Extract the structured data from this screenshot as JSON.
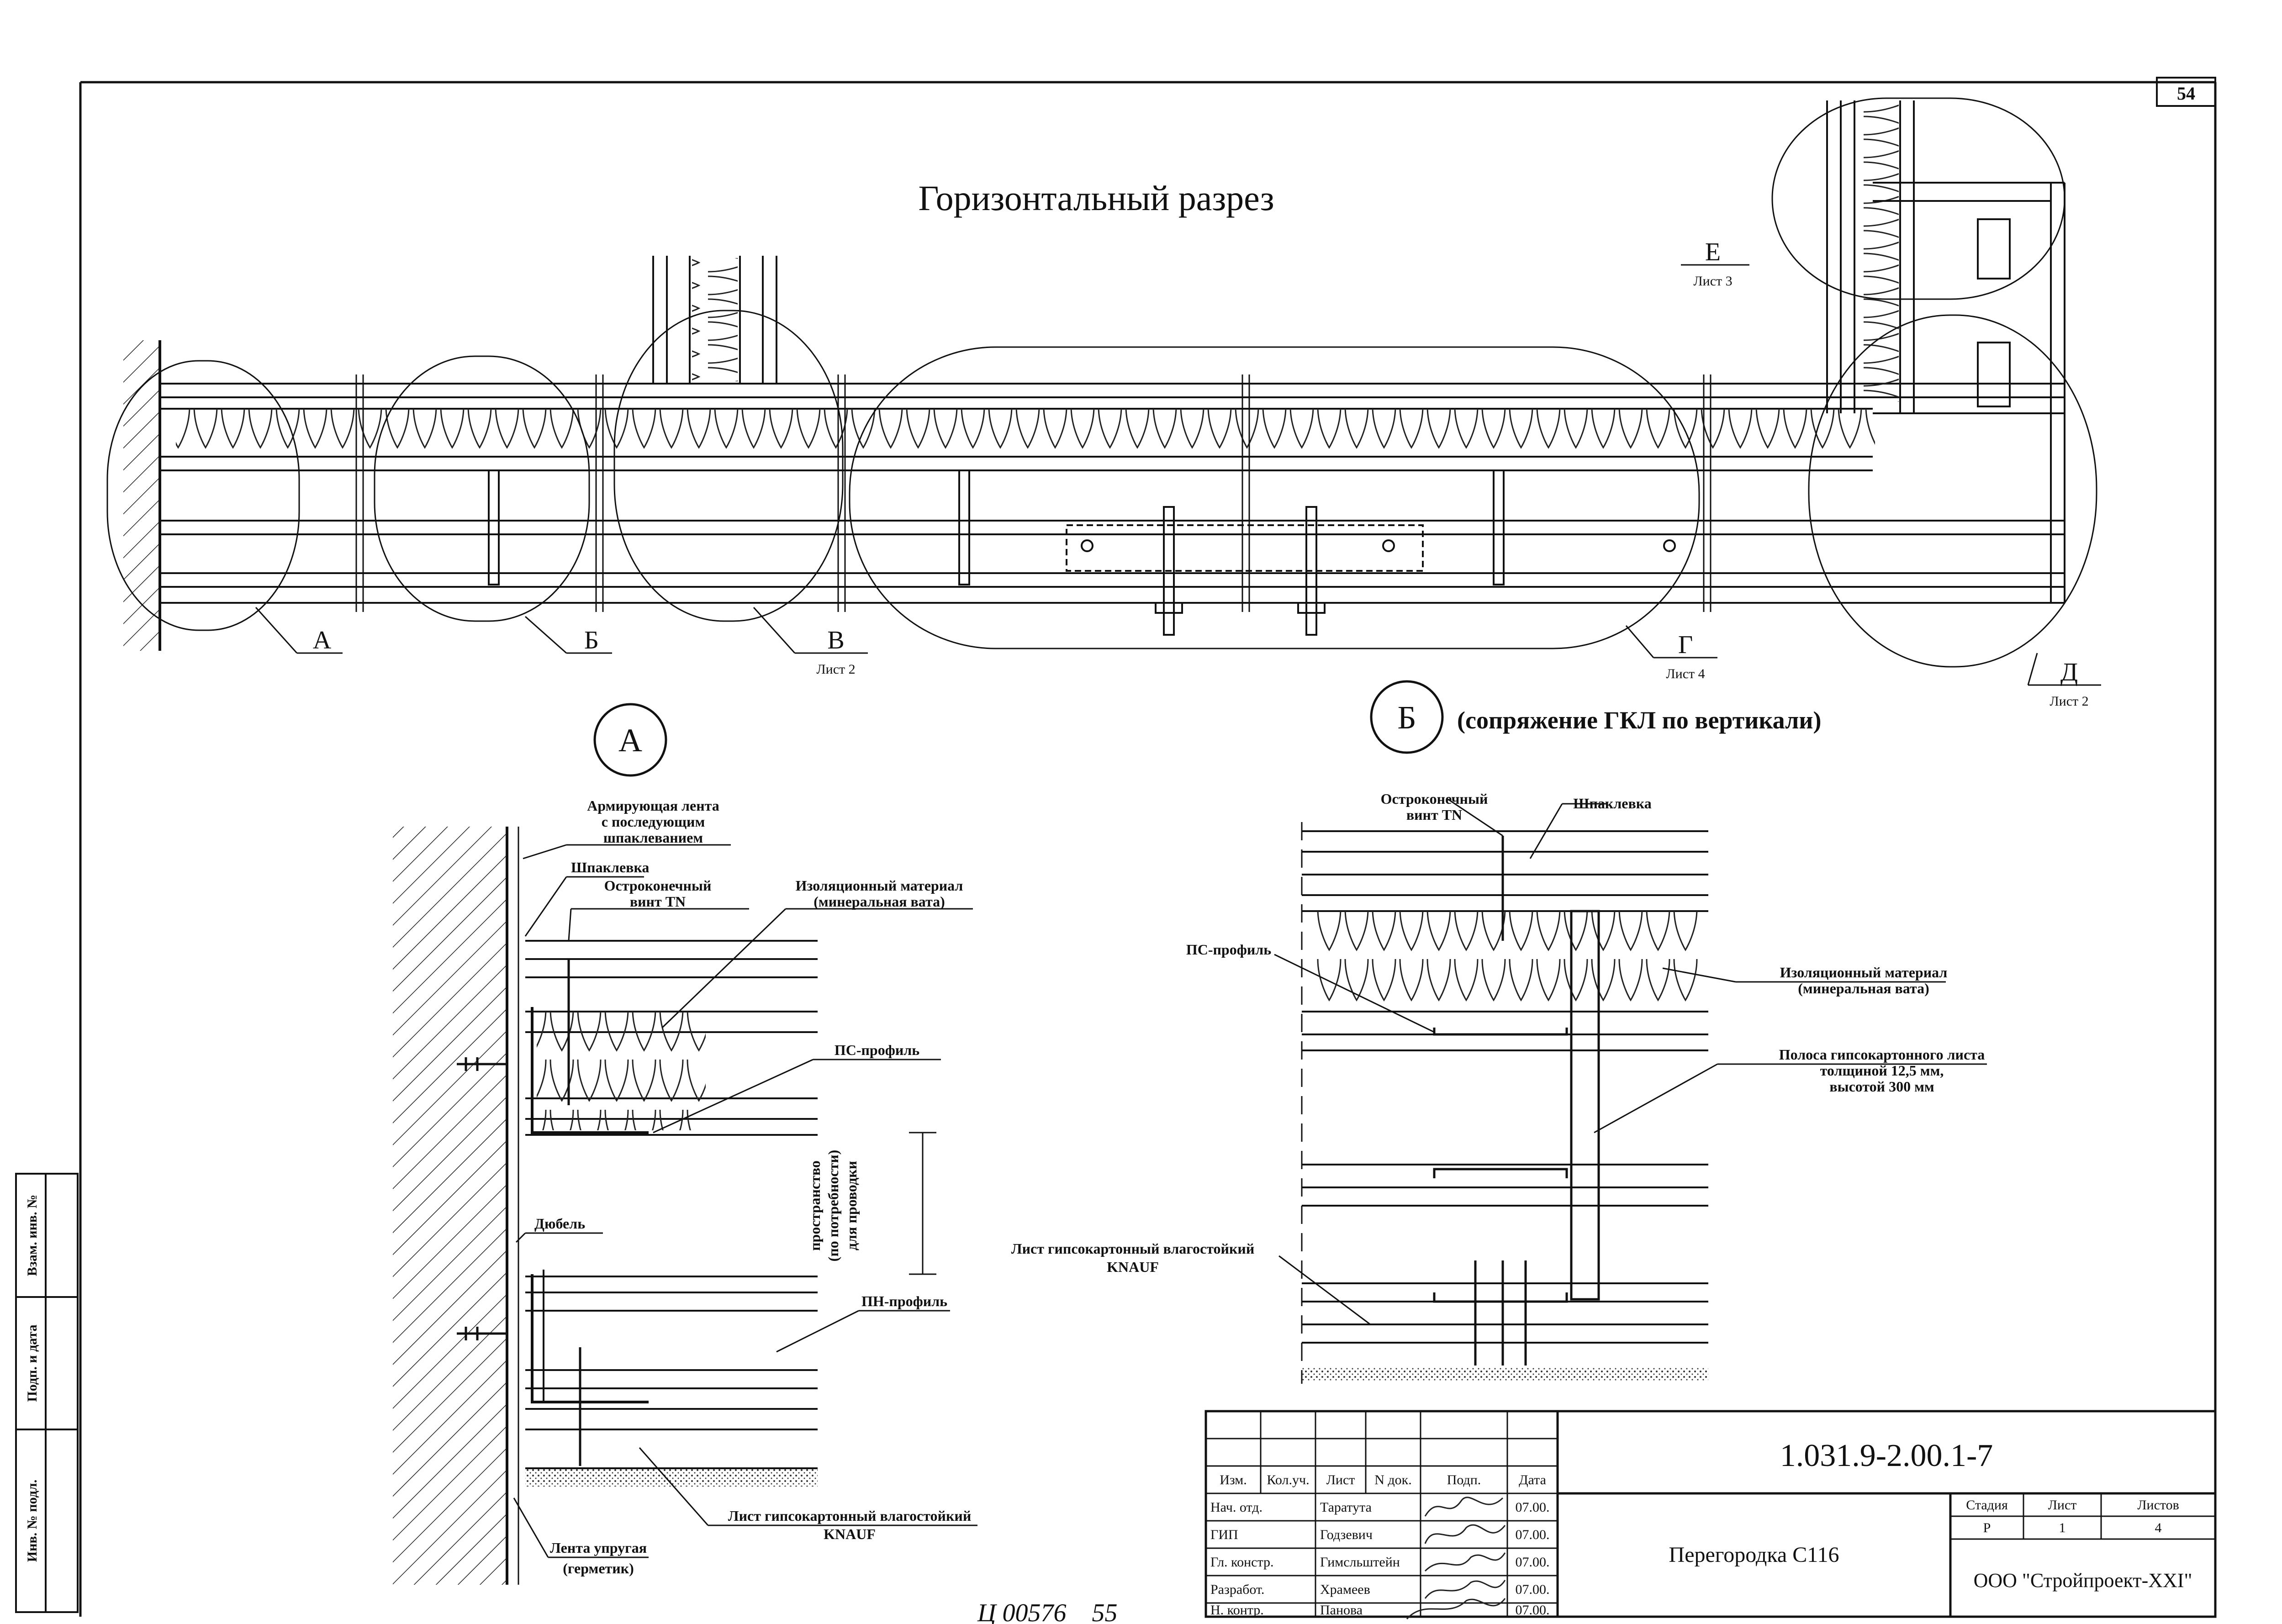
{
  "sheet": {
    "sheet_number": "54",
    "handwritten_note": "Ц 00576    55"
  },
  "main_section": {
    "title": "Горизонтальный разрез",
    "callouts": [
      {
        "letter": "А",
        "ref": ""
      },
      {
        "letter": "Б",
        "ref": ""
      },
      {
        "letter": "В",
        "ref": "Лист 2"
      },
      {
        "letter": "Г",
        "ref": "Лист 4"
      },
      {
        "letter": "Д",
        "ref": "Лист 2"
      },
      {
        "letter": "Е",
        "ref": "Лист 3"
      }
    ]
  },
  "detail_a": {
    "marker": "А",
    "labels": {
      "armiruyushaya_line1": "Армирующая лента",
      "armiruyushaya_line2": "с последующим",
      "armiruyushaya_line3": "шпаклеванием",
      "shpaklevka": "Шпаклевка",
      "vint_line1": "Остроконечный",
      "vint_line2": "винт TN",
      "izol_line1": "Изоляционный материал",
      "izol_line2": "(минеральная вата)",
      "ps_profile": "ПС-профиль",
      "space_line1": "пространство",
      "space_line2": "(по потребности)",
      "space_line3": "для проводки",
      "dubel": "Дюбель",
      "pn_profile": "ПН-профиль",
      "gkl_line1": "Лист гипсокартонный влагостойкий",
      "gkl_line2": "KNAUF",
      "lenta_line1": "Лента упругая",
      "lenta_line2": "(герметик)"
    }
  },
  "detail_b": {
    "marker": "Б",
    "subtitle": "(сопряжение ГКЛ по вертикали)",
    "labels": {
      "vint_line1": "Остроконечный",
      "vint_line2": "винт TN",
      "shpaklevka": "Шпаклевка",
      "ps_profile": "ПС-профиль",
      "izol_line1": "Изоляционный материал",
      "izol_line2": "(минеральная вата)",
      "polosa_line1": "Полоса гипсокартонного листа",
      "polosa_line2": "толщиной 12,5 мм,",
      "polosa_line3": "высотой 300 мм",
      "gkl_line1": "Лист гипсокартонный влагостойкий",
      "gkl_line2": "KNAUF"
    }
  },
  "side_stamp": {
    "vzam": "Взам. инв. №",
    "podp": "Подп. и дата",
    "inv": "Инв. № подл."
  },
  "title_block": {
    "doc_code": "1.031.9-2.00.1-7",
    "title": "Перегородка С116",
    "organization": "ООО \"Стройпроект-XXI\"",
    "header": [
      "Изм.",
      "Кол.уч.",
      "Лист",
      "N док.",
      "Подп.",
      "Дата"
    ],
    "rows": [
      {
        "role": "Нач. отд.",
        "name": "Таратута",
        "date": "07.00."
      },
      {
        "role": "ГИП",
        "name": "Годзевич",
        "date": "07.00."
      },
      {
        "role": "Гл. констр.",
        "name": "Гимсльштейн",
        "date": "07.00."
      },
      {
        "role": "Разработ.",
        "name": "Храмеев",
        "date": "07.00."
      },
      {
        "role": "Н. контр.",
        "name": "Панова",
        "date": "07.00."
      }
    ],
    "stage_header": {
      "stage": "Стадия",
      "sheet": "Лист",
      "sheets": "Листов"
    },
    "stage_values": {
      "stage": "Р",
      "sheet": "1",
      "sheets": "4"
    }
  }
}
